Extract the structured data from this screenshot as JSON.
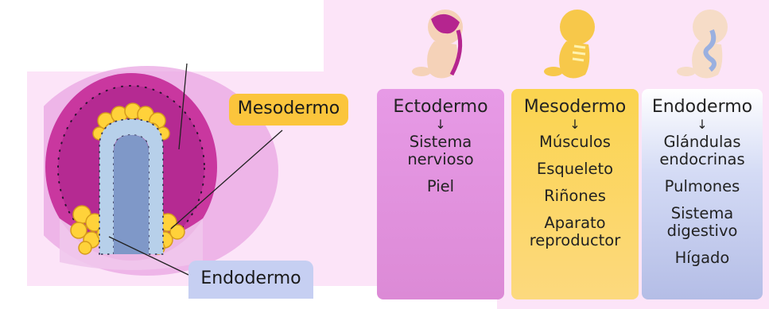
{
  "labels": {
    "mesodermo": "Mesodermo",
    "endodermo": "Endodermo"
  },
  "columns": [
    {
      "title": "Ectodermo",
      "arrow": "↓",
      "items": [
        "Sistema\nnervioso",
        "Piel"
      ],
      "color": "#e090dd",
      "icon": "fetus-nervous-system-icon"
    },
    {
      "title": "Mesodermo",
      "arrow": "↓",
      "items": [
        "Músculos",
        "Esqueleto",
        "Riñones",
        "Aparato\nreproductor"
      ],
      "color": "#fbd44f",
      "icon": "fetus-skeleton-icon"
    },
    {
      "title": "Endodermo",
      "arrow": "↓",
      "items": [
        "Glándulas\nendocrinas",
        "Pulmones",
        "Sistema\ndigestivo",
        "Hígado"
      ],
      "color": "#c0c8ec",
      "icon": "fetus-digestive-system-icon"
    }
  ],
  "colors": {
    "background": "#fce4f8",
    "ectodermo": "#cc3fb0",
    "mesodermo": "#fbc53c",
    "endodermo": "#9aabd8"
  }
}
